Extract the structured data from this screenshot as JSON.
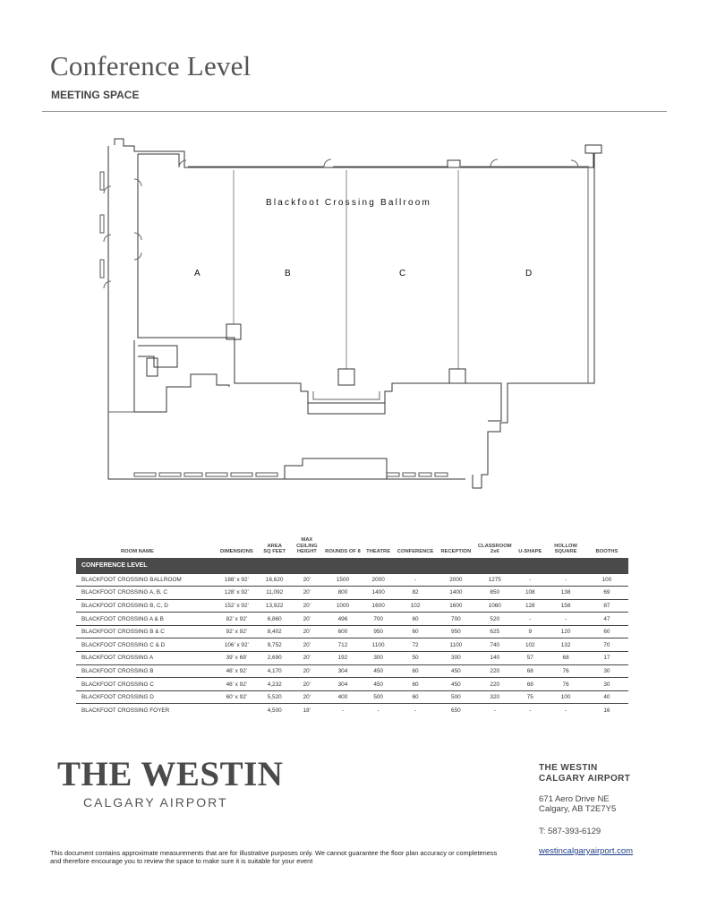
{
  "page": {
    "title": "Conference Level",
    "subtitle": "MEETING SPACE"
  },
  "floorplan": {
    "ballroom_label": "Blackfoot Crossing Ballroom",
    "rooms": [
      "A",
      "B",
      "C",
      "D"
    ]
  },
  "table": {
    "headers": {
      "room_name": "ROOM NAME",
      "dimensions": "DIMENSIONS",
      "area_line1": "AREA",
      "area_line2": "SQ FEET",
      "ceiling_line1": "MAX CEILING",
      "ceiling_line2": "HEIGHT",
      "rounds": "ROUNDS OF 8",
      "theatre": "THEATRE",
      "conference": "CONFERENCE",
      "reception": "RECEPTION",
      "classroom_line1": "CLASSROOM",
      "classroom_line2": "2x6",
      "ushape": "U-SHAPE",
      "hollow_line1": "HOLLOW",
      "hollow_line2": "SQUARE",
      "booths": "BOOTHS"
    },
    "section": "CONFERENCE LEVEL",
    "rows": [
      [
        "BLACKFOOT CROSSING BALLROOM",
        "188’ x 92’",
        "16,620",
        "20’",
        "1500",
        "2000",
        "-",
        "2000",
        "1275",
        "-",
        "-",
        "100"
      ],
      [
        "BLACKFOOT CROSSING A, B, C",
        "128’ x 92’",
        "11,092",
        "20’",
        "800",
        "1400",
        "82",
        "1400",
        "850",
        "108",
        "138",
        "69"
      ],
      [
        "BLACKFOOT CROSSING B, C, D",
        "152’ x 92’",
        "13,922",
        "20’",
        "1000",
        "1600",
        "102",
        "1600",
        "1060",
        "128",
        "158",
        "87"
      ],
      [
        "BLACKFOOT CROSSING A & B",
        "82’ x 92’",
        "6,860",
        "20’",
        "496",
        "700",
        "60",
        "700",
        "520",
        "-",
        "-",
        "47"
      ],
      [
        "BLACKFOOT CROSSING B & C",
        "92’ x 92’",
        "8,402",
        "20’",
        "600",
        "950",
        "60",
        "950",
        "625",
        "9",
        "120",
        "60"
      ],
      [
        "BLACKFOOT CROSSING C & D",
        "106’ x 92’",
        "9,752",
        "20’",
        "712",
        "1100",
        "72",
        "1100",
        "740",
        "102",
        "132",
        "70"
      ],
      [
        "BLACKFOOT CROSSING A",
        "39’ x 69’",
        "2,690",
        "20’",
        "192",
        "300",
        "50",
        "300",
        "140",
        "57",
        "68",
        "17"
      ],
      [
        "BLACKFOOT CROSSING B",
        "46’ x 92’",
        "4,170",
        "20’",
        "304",
        "450",
        "60",
        "450",
        "220",
        "68",
        "76",
        "30"
      ],
      [
        "BLACKFOOT CROSSING C",
        "46’ x 92’",
        "4,232",
        "20’",
        "304",
        "450",
        "60",
        "450",
        "220",
        "68",
        "76",
        "30"
      ],
      [
        "BLACKFOOT CROSSING D",
        "60’ x 92’",
        "5,520",
        "20’",
        "400",
        "500",
        "60",
        "500",
        "320",
        "75",
        "100",
        "40"
      ],
      [
        "BLACKFOOT CROSSING FOYER",
        "",
        "4,500",
        "18’",
        "-",
        "-",
        "-",
        "650",
        "-",
        "-",
        "-",
        "16"
      ]
    ]
  },
  "footer": {
    "logo_main": "THE WESTIN",
    "logo_sub": "CALGARY AIRPORT",
    "contact_name_line1": "THE WESTIN",
    "contact_name_line2": "CALGARY AIRPORT",
    "address_line1": "671 Aero Drive NE",
    "address_line2": "Calgary, AB  T2E7Y5",
    "phone": "T: 587-393-6129",
    "website": "westincalgaryairport.com",
    "disclaimer_line1": "This document contains approximate measurements that are for illustrative purposes only. We cannot guarantee the floor plan accuracy or completeness",
    "disclaimer_line2": "and therefore encourage you to review the space to make sure it is suitable for your event"
  }
}
